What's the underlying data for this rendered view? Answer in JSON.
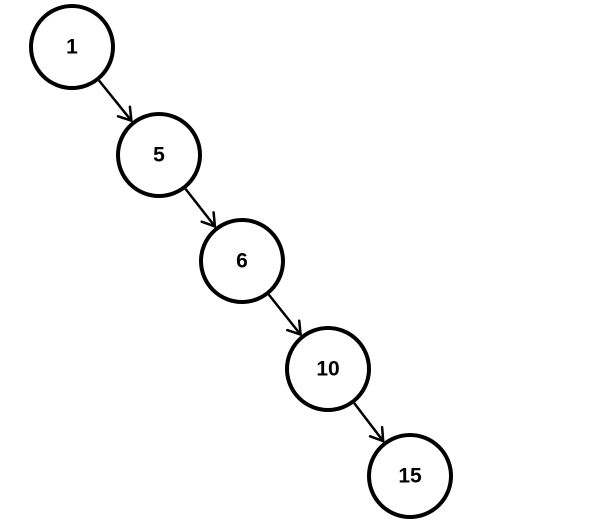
{
  "diagram": {
    "type": "linked-chain",
    "nodes": [
      {
        "id": "n1",
        "label": "1"
      },
      {
        "id": "n5",
        "label": "5"
      },
      {
        "id": "n6",
        "label": "6"
      },
      {
        "id": "n10",
        "label": "10"
      },
      {
        "id": "n15",
        "label": "15"
      }
    ],
    "edges": [
      {
        "from": "n1",
        "to": "n5"
      },
      {
        "from": "n5",
        "to": "n6"
      },
      {
        "from": "n6",
        "to": "n10"
      },
      {
        "from": "n10",
        "to": "n15"
      }
    ],
    "colors": {
      "stroke": "#000000",
      "fill": "#ffffff",
      "text": "#000000",
      "background": "#ffffff"
    }
  }
}
